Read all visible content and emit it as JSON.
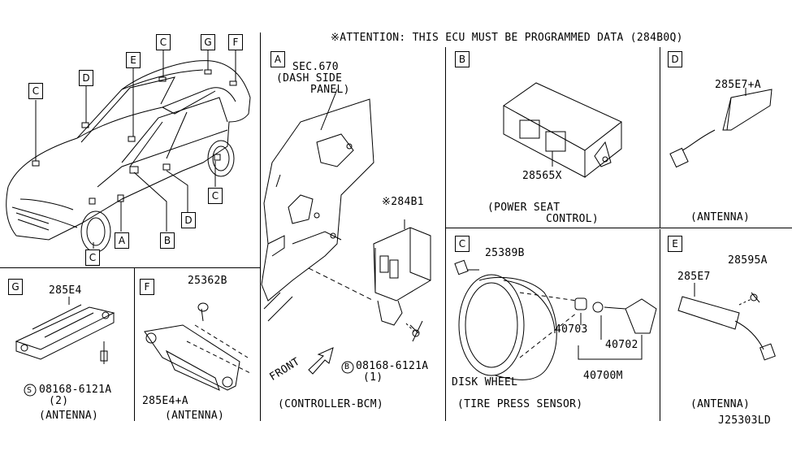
{
  "attention": "※ATTENTION: THIS ECU MUST BE PROGRAMMED DATA (284B0Q)",
  "diagram_code": "J25303LD",
  "car_callouts": [
    "C",
    "D",
    "E",
    "C",
    "G",
    "F",
    "C",
    "A",
    "B",
    "D",
    "C"
  ],
  "sections": {
    "A": {
      "letter": "A",
      "ref": [
        "SEC.670",
        "(DASH SIDE",
        "PANEL)"
      ],
      "part_ecu": "※284B1",
      "bolt": "08168-6121A",
      "bolt_qty": "(1)",
      "bolt_symbol": "B",
      "front": "FRONT",
      "caption": "(CONTROLLER-BCM)"
    },
    "B": {
      "letter": "B",
      "part": "28565X",
      "caption_line1": "(POWER SEAT",
      "caption_line2": "CONTROL)"
    },
    "C": {
      "letter": "C",
      "part_cap": "25389B",
      "part_valve": "40703",
      "part_sensor": "40702",
      "part_assy": "40700M",
      "wheel_label": "DISK WHEEL",
      "caption": "(TIRE PRESS SENSOR)"
    },
    "D": {
      "letter": "D",
      "part": "285E7+A",
      "caption": "(ANTENNA)"
    },
    "E": {
      "letter": "E",
      "part_antenna": "285E7",
      "part_screw": "28595A",
      "caption": "(ANTENNA)"
    },
    "F": {
      "letter": "F",
      "part_nut": "25362B",
      "part_antenna": "285E4+A",
      "caption": "(ANTENNA)"
    },
    "G": {
      "letter": "G",
      "part_antenna": "285E4",
      "bolt_symbol": "S",
      "bolt": "08168-6121A",
      "bolt_qty": "(2)",
      "caption": "(ANTENNA)"
    }
  }
}
